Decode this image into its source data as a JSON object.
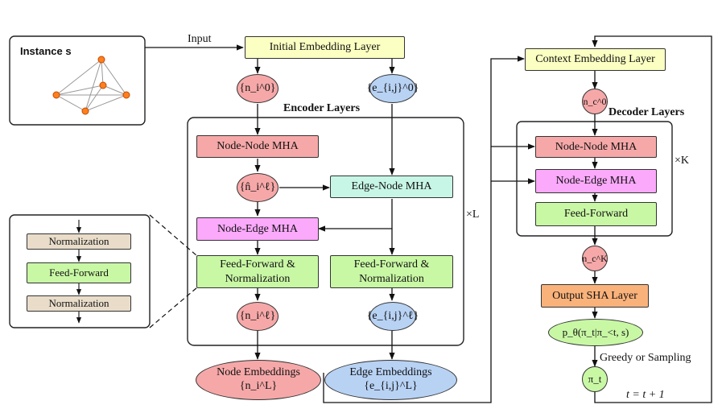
{
  "instance": {
    "label": "Instance s"
  },
  "input_label": "Input",
  "encoder": {
    "title": "Encoder Layers",
    "repeat": "×L",
    "initial_embedding": "Initial Embedding Layer",
    "node_init": "{n_i^0}",
    "edge_init": "{e_{i,j}^0}",
    "node_node_mha": "Node-Node MHA",
    "node_hat": "{n̂_i^ℓ}",
    "edge_node_mha": "Edge-Node MHA",
    "node_edge_mha": "Node-Edge MHA",
    "ffn_norm_left": [
      "Feed-Forward &",
      "Normalization"
    ],
    "ffn_norm_right": [
      "Feed-Forward &",
      "Normalization"
    ],
    "node_out": "{n_i^ℓ}",
    "edge_out": "{e_{i,j}^ℓ}",
    "node_embeddings": "Node Embeddings",
    "node_embeddings_math": "{n_i^L}",
    "edge_embeddings": "Edge Embeddings",
    "edge_embeddings_math": "{e_{i,j}^L}"
  },
  "ffn_detail": {
    "items": [
      "Normalization",
      "Feed-Forward",
      "Normalization"
    ]
  },
  "decoder": {
    "title": "Decoder Layers",
    "repeat": "×K",
    "context_embedding": "Context Embedding Layer",
    "ctx_node": "n_c^0",
    "node_node_mha": "Node-Node MHA",
    "node_edge_mha": "Node-Edge MHA",
    "feed_forward": "Feed-Forward",
    "ctx_out": "n_c^K",
    "output_layer": "Output SHA Layer",
    "policy": "p_θ(π_t|π_<t, s)",
    "sampling": "Greedy or Sampling",
    "action": "π_t",
    "loop": "t = t + 1"
  },
  "colors": {
    "yellow": "#fbffc2",
    "red": "#f6a8a8",
    "pink": "#fba9fb",
    "green": "#c9f8a5",
    "teal": "#c7f6e6",
    "blue": "#b8d2f4",
    "tan": "#e9ddca",
    "orange": "#fab27b",
    "node_dot": "#ff7f1e"
  }
}
